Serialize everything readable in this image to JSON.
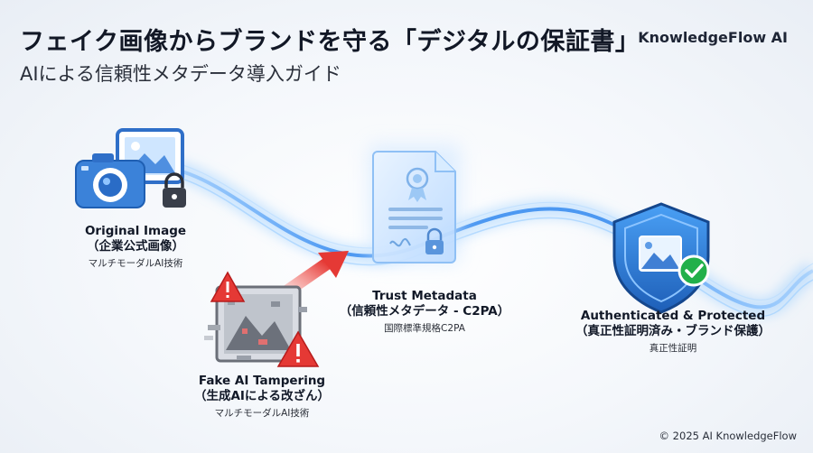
{
  "header": {
    "title": "フェイク画像からブランドを守る「デジタルの保証書」",
    "subtitle": "AIによる信頼性メタデータ導入ガイド",
    "brand": "KnowledgeFlow AI"
  },
  "nodes": {
    "original": {
      "name": "Original Image",
      "sub": "（企業公式画像）",
      "note": "マルチモーダルAI技術"
    },
    "tampering": {
      "name": "Fake AI Tampering",
      "sub": "（生成AIによる改ざん）",
      "note": "マルチモーダルAI技術"
    },
    "metadata": {
      "name": "Trust Metadata",
      "sub": "（信頼性メタデータ - C2PA）",
      "note": "国際標準規格C2PA"
    },
    "authenticated": {
      "name": "Authenticated & Protected",
      "sub": "（真正性証明済み・ブランド保護）",
      "note": "真正性証明"
    }
  },
  "footer": {
    "copyright": "© 2025 AI KnowledgeFlow"
  },
  "colors": {
    "accent_blue": "#2f7fd8",
    "warning_red": "#d8322c",
    "success_green": "#22b04a",
    "flow_glow": "#6fb8ff"
  }
}
